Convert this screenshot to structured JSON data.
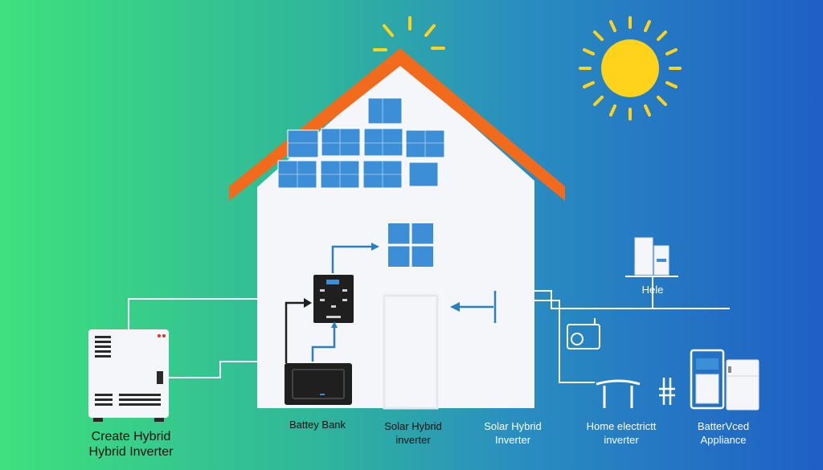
{
  "labels": {
    "inverter_line1": "Create Hybrid",
    "inverter_line2": "Hybrid Inverter",
    "battery_bank": "Battey Bank",
    "solar_hybrid_1_line1": "Solar Hybrid",
    "solar_hybrid_1_line2": "inverter",
    "solar_hybrid_2_line1": "Solar Hybrid",
    "solar_hybrid_2_line2": "Inverter",
    "home_electrict_line1": "Home electrictt",
    "home_electrict_line2": "inverter",
    "batter_vced_line1": "BatterVced",
    "batter_vced_line2": "Appliance",
    "hele": "Hele"
  },
  "colors": {
    "gradient_left": "#3fe07d",
    "gradient_right": "#1f5fc6",
    "roof": "#f26a1b",
    "wall": "#f4f6f9",
    "solar_panel": "#3c8fd6",
    "sun": "#ffd21c",
    "wire": "#ffffff",
    "arrow_blue": "#2b7fc1",
    "device_dark": "#1e1e1e"
  },
  "icons": [
    "sun-icon",
    "solar-panel-icon",
    "window-icon",
    "arrow-icon",
    "refrigerator-icon",
    "washing-machine-icon",
    "table-icon",
    "plug-icon"
  ]
}
